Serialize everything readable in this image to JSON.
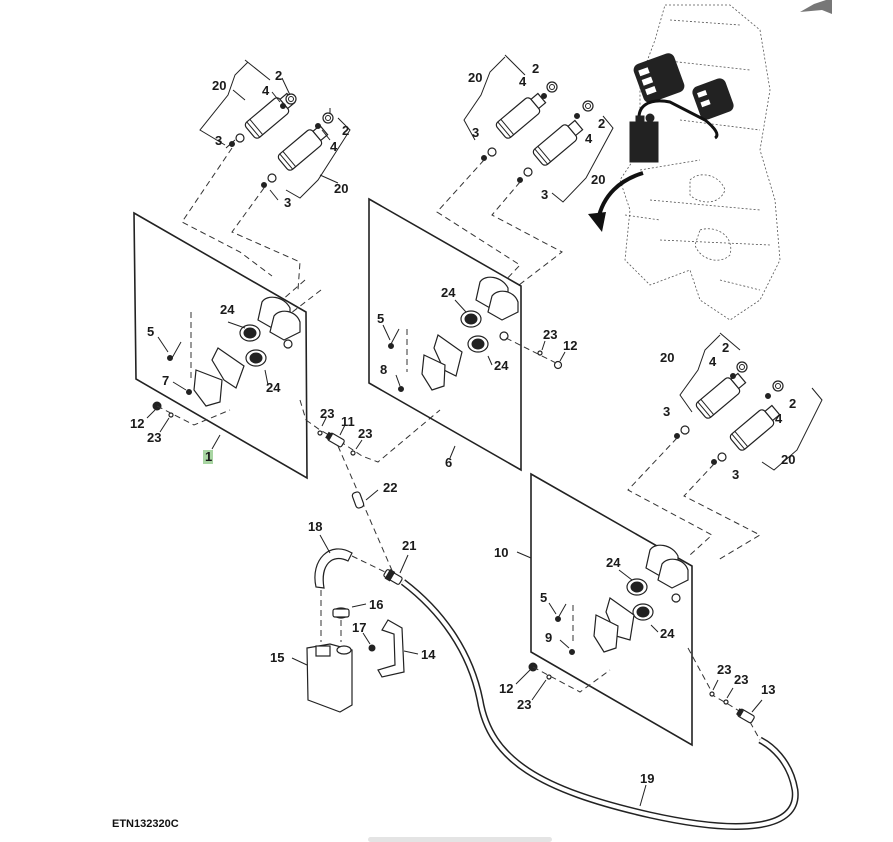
{
  "figure": {
    "id_label": "ETN132320C",
    "highlighted_callout": "1",
    "highlight_color": "#a8d5a2"
  },
  "callouts": {
    "a1_20": "20",
    "a1_2a": "2",
    "a1_4a": "4",
    "a1_3a": "3",
    "a1_2b": "2",
    "a1_4b": "4",
    "a1_20b": "20",
    "a1_3b": "3",
    "a2_20": "20",
    "a2_2a": "2",
    "a2_4a": "4",
    "a2_3a": "3",
    "a2_2b": "2",
    "a2_4b": "4",
    "a2_20b": "20",
    "a2_3b": "3",
    "a3_20": "20",
    "a3_2a": "2",
    "a3_4a": "4",
    "a3_3a": "3",
    "a3_2b": "2",
    "a3_4b": "4",
    "a3_20b": "20",
    "a3_3b": "3",
    "p1_24a": "24",
    "p1_24b": "24",
    "p1_5": "5",
    "p1_7": "7",
    "p1_12": "12",
    "p1_23": "23",
    "p1_1": "1",
    "p2_24a": "24",
    "p2_24b": "24",
    "p2_5": "5",
    "p2_8": "8",
    "p2_23": "23",
    "p2_12": "12",
    "p2_6": "6",
    "p3_24a": "24",
    "p3_24b": "24",
    "p3_5": "5",
    "p3_9": "9",
    "p3_12": "12",
    "p3_23": "23",
    "p3_10": "10",
    "c_23a": "23",
    "c_11": "11",
    "c_23b": "23",
    "c_22": "22",
    "c_18": "18",
    "c_21": "21",
    "c_16": "16",
    "c_17": "17",
    "c_15": "15",
    "c_14": "14",
    "c_23c": "23",
    "c_23d": "23",
    "c_13": "13",
    "c_19": "19"
  },
  "icons": {
    "nav": "next-arrow-icon",
    "direction": "curved-arrow-icon"
  }
}
